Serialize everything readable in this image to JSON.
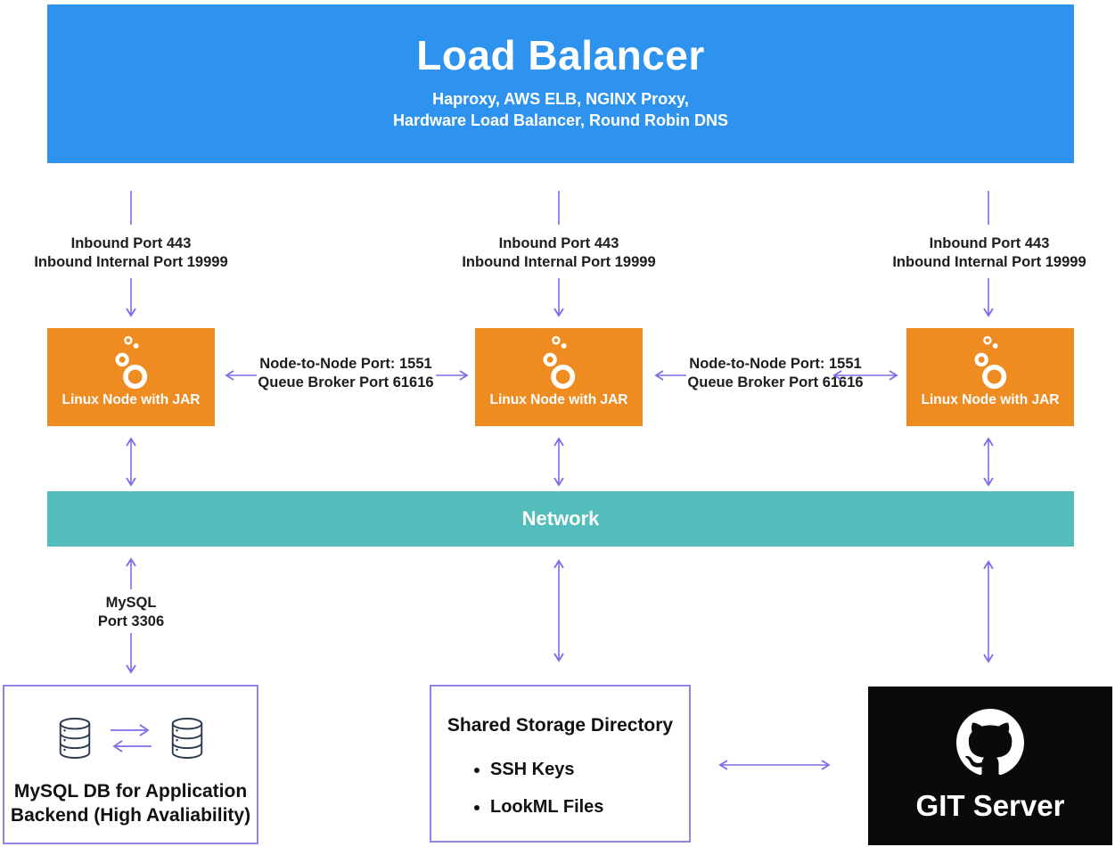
{
  "colors": {
    "load_balancer_blue": "#2e93ee",
    "node_orange": "#ee8c22",
    "network_teal": "#52bdbb",
    "arrow_purple": "#7e6de7",
    "box_border_purple": "#8d85e8",
    "git_black": "#0a0a0a",
    "text_dark": "#1d1d1d"
  },
  "load_balancer": {
    "title": "Load Balancer",
    "subtitle_line1": "Haproxy, AWS ELB, NGINX Proxy,",
    "subtitle_line2": "Hardware Load Balancer, Round Robin DNS"
  },
  "inbound_labels": [
    {
      "line1": "Inbound Port 443",
      "line2": "Inbound Internal Port 19999"
    },
    {
      "line1": "Inbound Port 443",
      "line2": "Inbound Internal Port 19999"
    },
    {
      "line1": "Inbound Port 443",
      "line2": "Inbound Internal Port 19999"
    }
  ],
  "nodes": [
    {
      "label": "Linux Node with JAR"
    },
    {
      "label": "Linux Node with JAR"
    },
    {
      "label": "Linux Node with JAR"
    }
  ],
  "node_links": [
    {
      "line1": "Node-to-Node Port: 1551",
      "line2": "Queue Broker Port 61616"
    },
    {
      "line1": "Node-to-Node Port: 1551",
      "line2": "Queue Broker Port 61616"
    }
  ],
  "network": {
    "label": "Network"
  },
  "mysql_connector": {
    "line1": "MySQL",
    "line2": "Port 3306"
  },
  "mysql_db": {
    "line1": "MySQL DB for Application",
    "line2": "Backend (High Avaliability)"
  },
  "shared_storage": {
    "title": "Shared Storage Directory",
    "items": [
      "SSH Keys",
      "LookML Files"
    ]
  },
  "git_server": {
    "label": "GIT Server"
  }
}
